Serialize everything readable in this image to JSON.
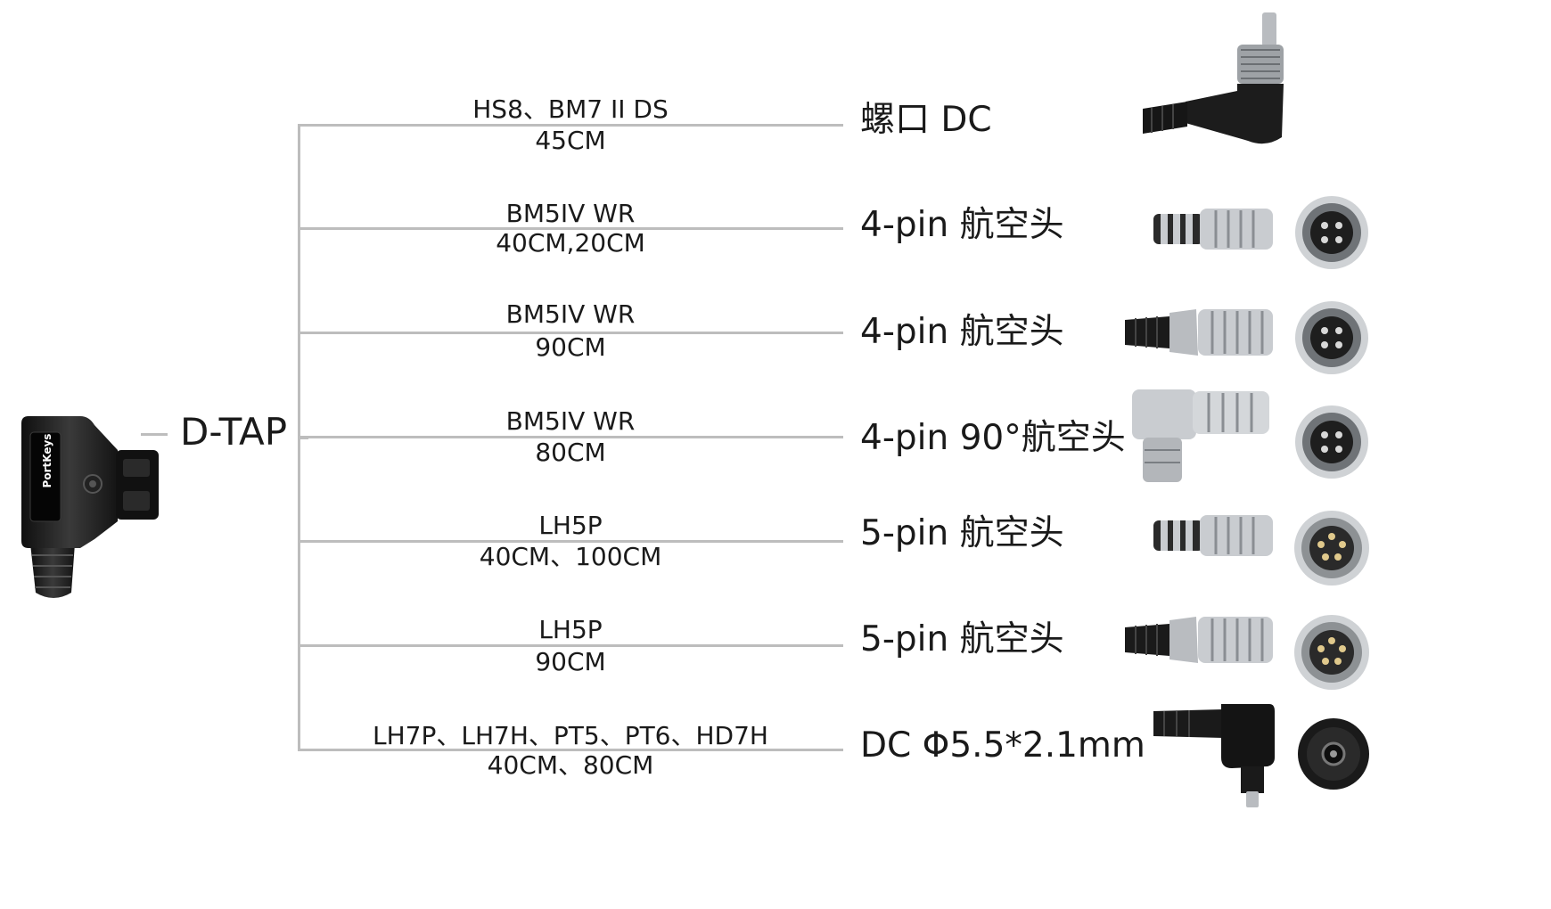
{
  "source": {
    "label": "D-TAP",
    "brand": "PortKeys"
  },
  "branches": [
    {
      "models": "HS8、BM7 II DS",
      "length": "45CM",
      "connector": "螺口  DC",
      "photo_icons": [
        "screw-lock-dc-plug-icon"
      ]
    },
    {
      "models": "BM5IV WR",
      "length": "40CM,20CM",
      "connector": "4-pin 航空头",
      "photo_icons": [
        "straight-aviation-plug-icon",
        "4-pin-face-icon"
      ]
    },
    {
      "models": "BM5IV WR",
      "length": "90CM",
      "connector": "4-pin 航空头",
      "photo_icons": [
        "booted-aviation-plug-icon",
        "4-pin-face-icon"
      ]
    },
    {
      "models": "BM5IV WR",
      "length": "80CM",
      "connector": "4-pin 90°航空头",
      "photo_icons": [
        "right-angle-aviation-plug-icon",
        "4-pin-face-icon"
      ]
    },
    {
      "models": "LH5P",
      "length": "40CM、100CM",
      "connector": "5-pin 航空头",
      "photo_icons": [
        "straight-aviation-plug-icon",
        "5-pin-face-icon"
      ]
    },
    {
      "models": "LH5P",
      "length": "90CM",
      "connector": "5-pin 航空头",
      "photo_icons": [
        "booted-aviation-plug-icon",
        "5-pin-face-icon"
      ]
    },
    {
      "models": "LH7P、LH7H、PT5、PT6、HD7H",
      "length": "40CM、80CM",
      "connector": "DC Φ5.5*2.1mm",
      "photo_icons": [
        "right-angle-dc-plug-icon",
        "dc-barrel-face-icon"
      ]
    }
  ],
  "colors": {
    "line": "#bdbdbd",
    "text": "#1a1a1a",
    "brand_accent": "#d23a2a",
    "metal": "#c9ccd0",
    "rubber": "#1c1c1c"
  }
}
